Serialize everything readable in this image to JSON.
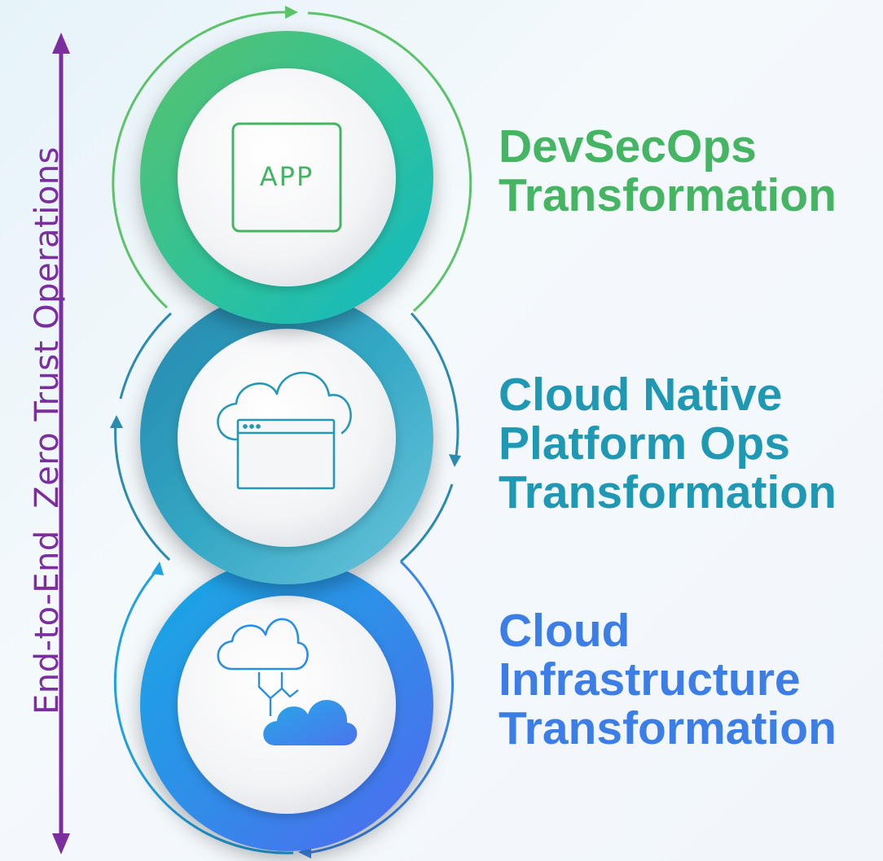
{
  "side_label": {
    "text": "End-to-End  Zero Trust Operations",
    "color": "#7b2f9e"
  },
  "stages": [
    {
      "icon": "app-window-icon",
      "icon_text": "APP",
      "title_lines": [
        "DevSecOps",
        "Transformation"
      ],
      "color": "#45b563",
      "ring_colors": [
        "#55c06a",
        "#1cbfb0"
      ]
    },
    {
      "icon": "cloud-browser-icon",
      "title_lines": [
        "Cloud Native",
        "Platform Ops",
        "Transformation"
      ],
      "color": "#1f98b3",
      "ring_colors": [
        "#2b8bb0",
        "#5fbfd8"
      ]
    },
    {
      "icon": "cloud-infrastructure-icon",
      "title_lines": [
        "Cloud",
        "Infrastructure",
        "Transformation"
      ],
      "color": "#3d7ee6",
      "ring_colors": [
        "#1aa4e3",
        "#4a6ef0"
      ]
    }
  ]
}
